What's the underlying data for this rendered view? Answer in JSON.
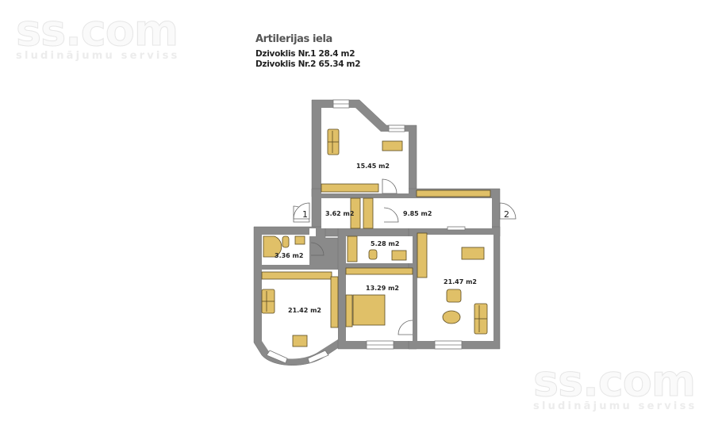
{
  "watermarks": [
    {
      "brand": "ss.com",
      "tagline": "sludinājumu serviss",
      "position": "top-left"
    },
    {
      "brand": "ss.com",
      "tagline": "sludinājumu serviss",
      "position": "bottom-right"
    }
  ],
  "header": {
    "street": "Artilerijas iela",
    "apartments": [
      {
        "label": "Dzivoklis Nr.1 28.4 m2"
      },
      {
        "label": "Dzivoklis Nr.2 65.34 m2"
      }
    ]
  },
  "floorplan": {
    "colors": {
      "wall": "#8a8a8a",
      "furniture": "#e0c068",
      "furniture_stroke": "#5a4a20",
      "floor": "#ffffff"
    },
    "rooms": [
      {
        "id": "room-upper",
        "area": "15.45 m2"
      },
      {
        "id": "hall-left",
        "area": "3.62 m2"
      },
      {
        "id": "hall-right",
        "area": "9.85 m2"
      },
      {
        "id": "bath-left",
        "area": "3.36 m2"
      },
      {
        "id": "bath-middle",
        "area": "5.28 m2"
      },
      {
        "id": "bedroom",
        "area": "13.29 m2"
      },
      {
        "id": "living-left",
        "area": "21.42 m2"
      },
      {
        "id": "living-right",
        "area": "21.47 m2"
      }
    ],
    "entrances": [
      {
        "id": "entrance-1",
        "label": "1"
      },
      {
        "id": "entrance-2",
        "label": "2"
      }
    ]
  }
}
